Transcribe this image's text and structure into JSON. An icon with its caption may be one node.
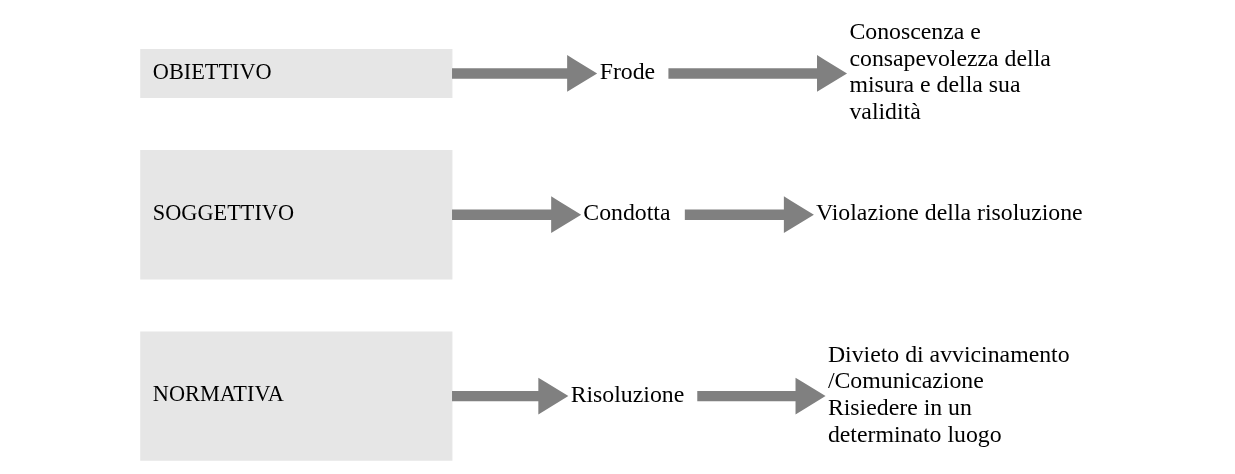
{
  "diagram": {
    "nodes": [
      {
        "text": [
          "NORMATIVA"
        ]
      },
      {
        "text": [
          "Risoluzione"
        ]
      },
      {
        "text": [
          "Divieto di avvicinamento /Comunicazione",
          "Risiedere in un determinato luogo"
        ]
      },
      {
        "text": [
          "SOGGETTIVO"
        ]
      },
      {
        "text": [
          "Condotta"
        ]
      },
      {
        "text": [
          "Violazione della risoluzione"
        ]
      },
      {
        "text": [
          "OBIETTIVO"
        ]
      },
      {
        "text": [
          "Frode"
        ]
      },
      {
        "text": [
          "Conoscenza e consapevolezza della misura e della sua validità"
        ]
      }
    ],
    "edges": [
      {
        "from": 0,
        "to": 1,
        "arrow": "to"
      },
      {
        "from": 1,
        "to": 2,
        "arrow": "to"
      },
      {
        "from": 3,
        "to": 4,
        "arrow": "to"
      },
      {
        "from": 4,
        "to": 5,
        "arrow": "to"
      },
      {
        "from": 6,
        "to": 7,
        "arrow": "to"
      },
      {
        "from": 7,
        "to": 8,
        "arrow": "to"
      }
    ]
  }
}
